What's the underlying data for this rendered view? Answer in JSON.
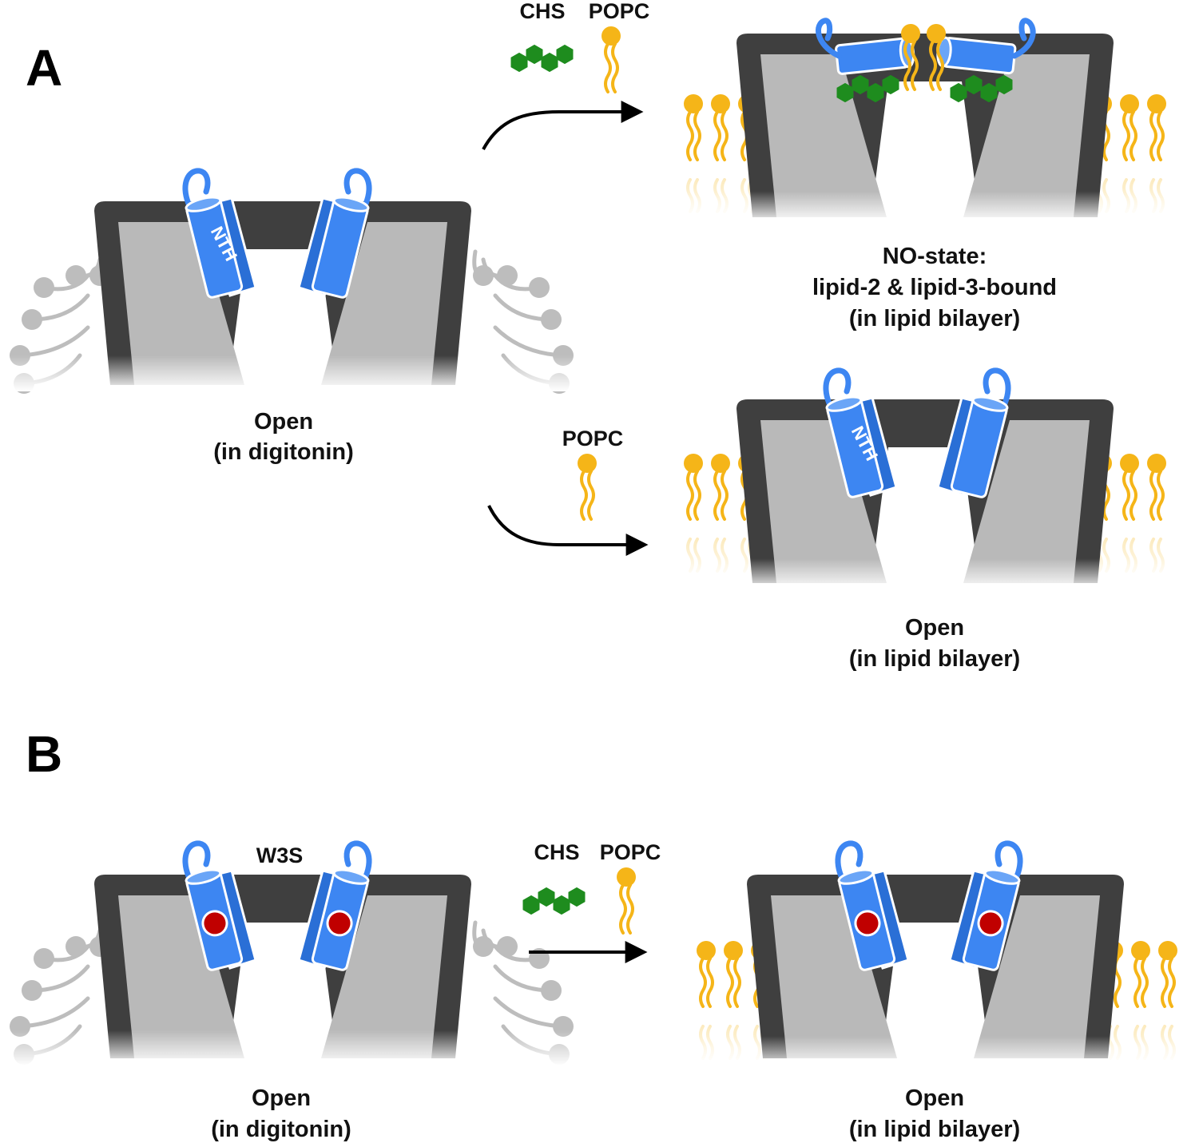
{
  "panels": {
    "a": "A",
    "b": "B"
  },
  "labels": {
    "chs": "CHS",
    "popc": "POPC",
    "nth": "NTH",
    "w3s": "W3S"
  },
  "captions": {
    "a_open_digitonin": [
      "Open",
      "(in digitonin)"
    ],
    "a_no_state": [
      "NO-state:",
      "lipid-2 & lipid-3-bound",
      "(in lipid bilayer)"
    ],
    "a_open_bilayer": [
      "Open",
      "(in lipid bilayer)"
    ],
    "b_open_digitonin": [
      "Open",
      "(in digitonin)"
    ],
    "b_open_bilayer": [
      "Open",
      "(in lipid bilayer)"
    ]
  },
  "colors": {
    "helix_blue": "#3d86f2",
    "helix_blue_dark": "#2a6fd6",
    "channel_frame": "#3f3f3f",
    "channel_pore": "#b9b9b9",
    "popc_gold": "#f5b518",
    "chs_green": "#1e8c1e",
    "detergent_gray": "#bdbdbd",
    "mutation_red": "#c00000"
  }
}
